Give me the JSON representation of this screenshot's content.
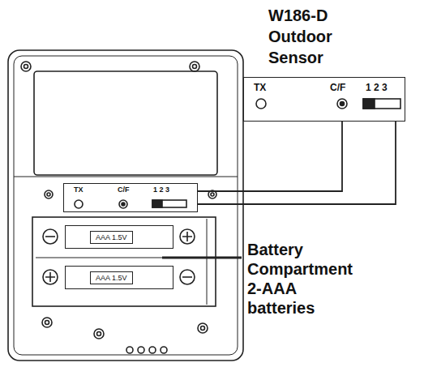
{
  "diagram": {
    "nodes": [
      {
        "text": [
          "W186-D Outdoor Sensor",
          "TX",
          "C/F",
          "1 2 3"
        ]
      },
      {
        "text": [
          "TX",
          "C/F",
          "1 2 3"
        ]
      },
      {
        "text": [
          "AAA 1.5V"
        ]
      },
      {
        "text": [
          "AAA 1.5V"
        ]
      }
    ],
    "edges": [
      {
        "from": 1,
        "to": 0,
        "arrow": "none"
      },
      {
        "from": 1,
        "to": 0,
        "arrow": "none"
      }
    ],
    "labels": [
      "Battery Compartment 2-AAA batteries"
    ]
  }
}
